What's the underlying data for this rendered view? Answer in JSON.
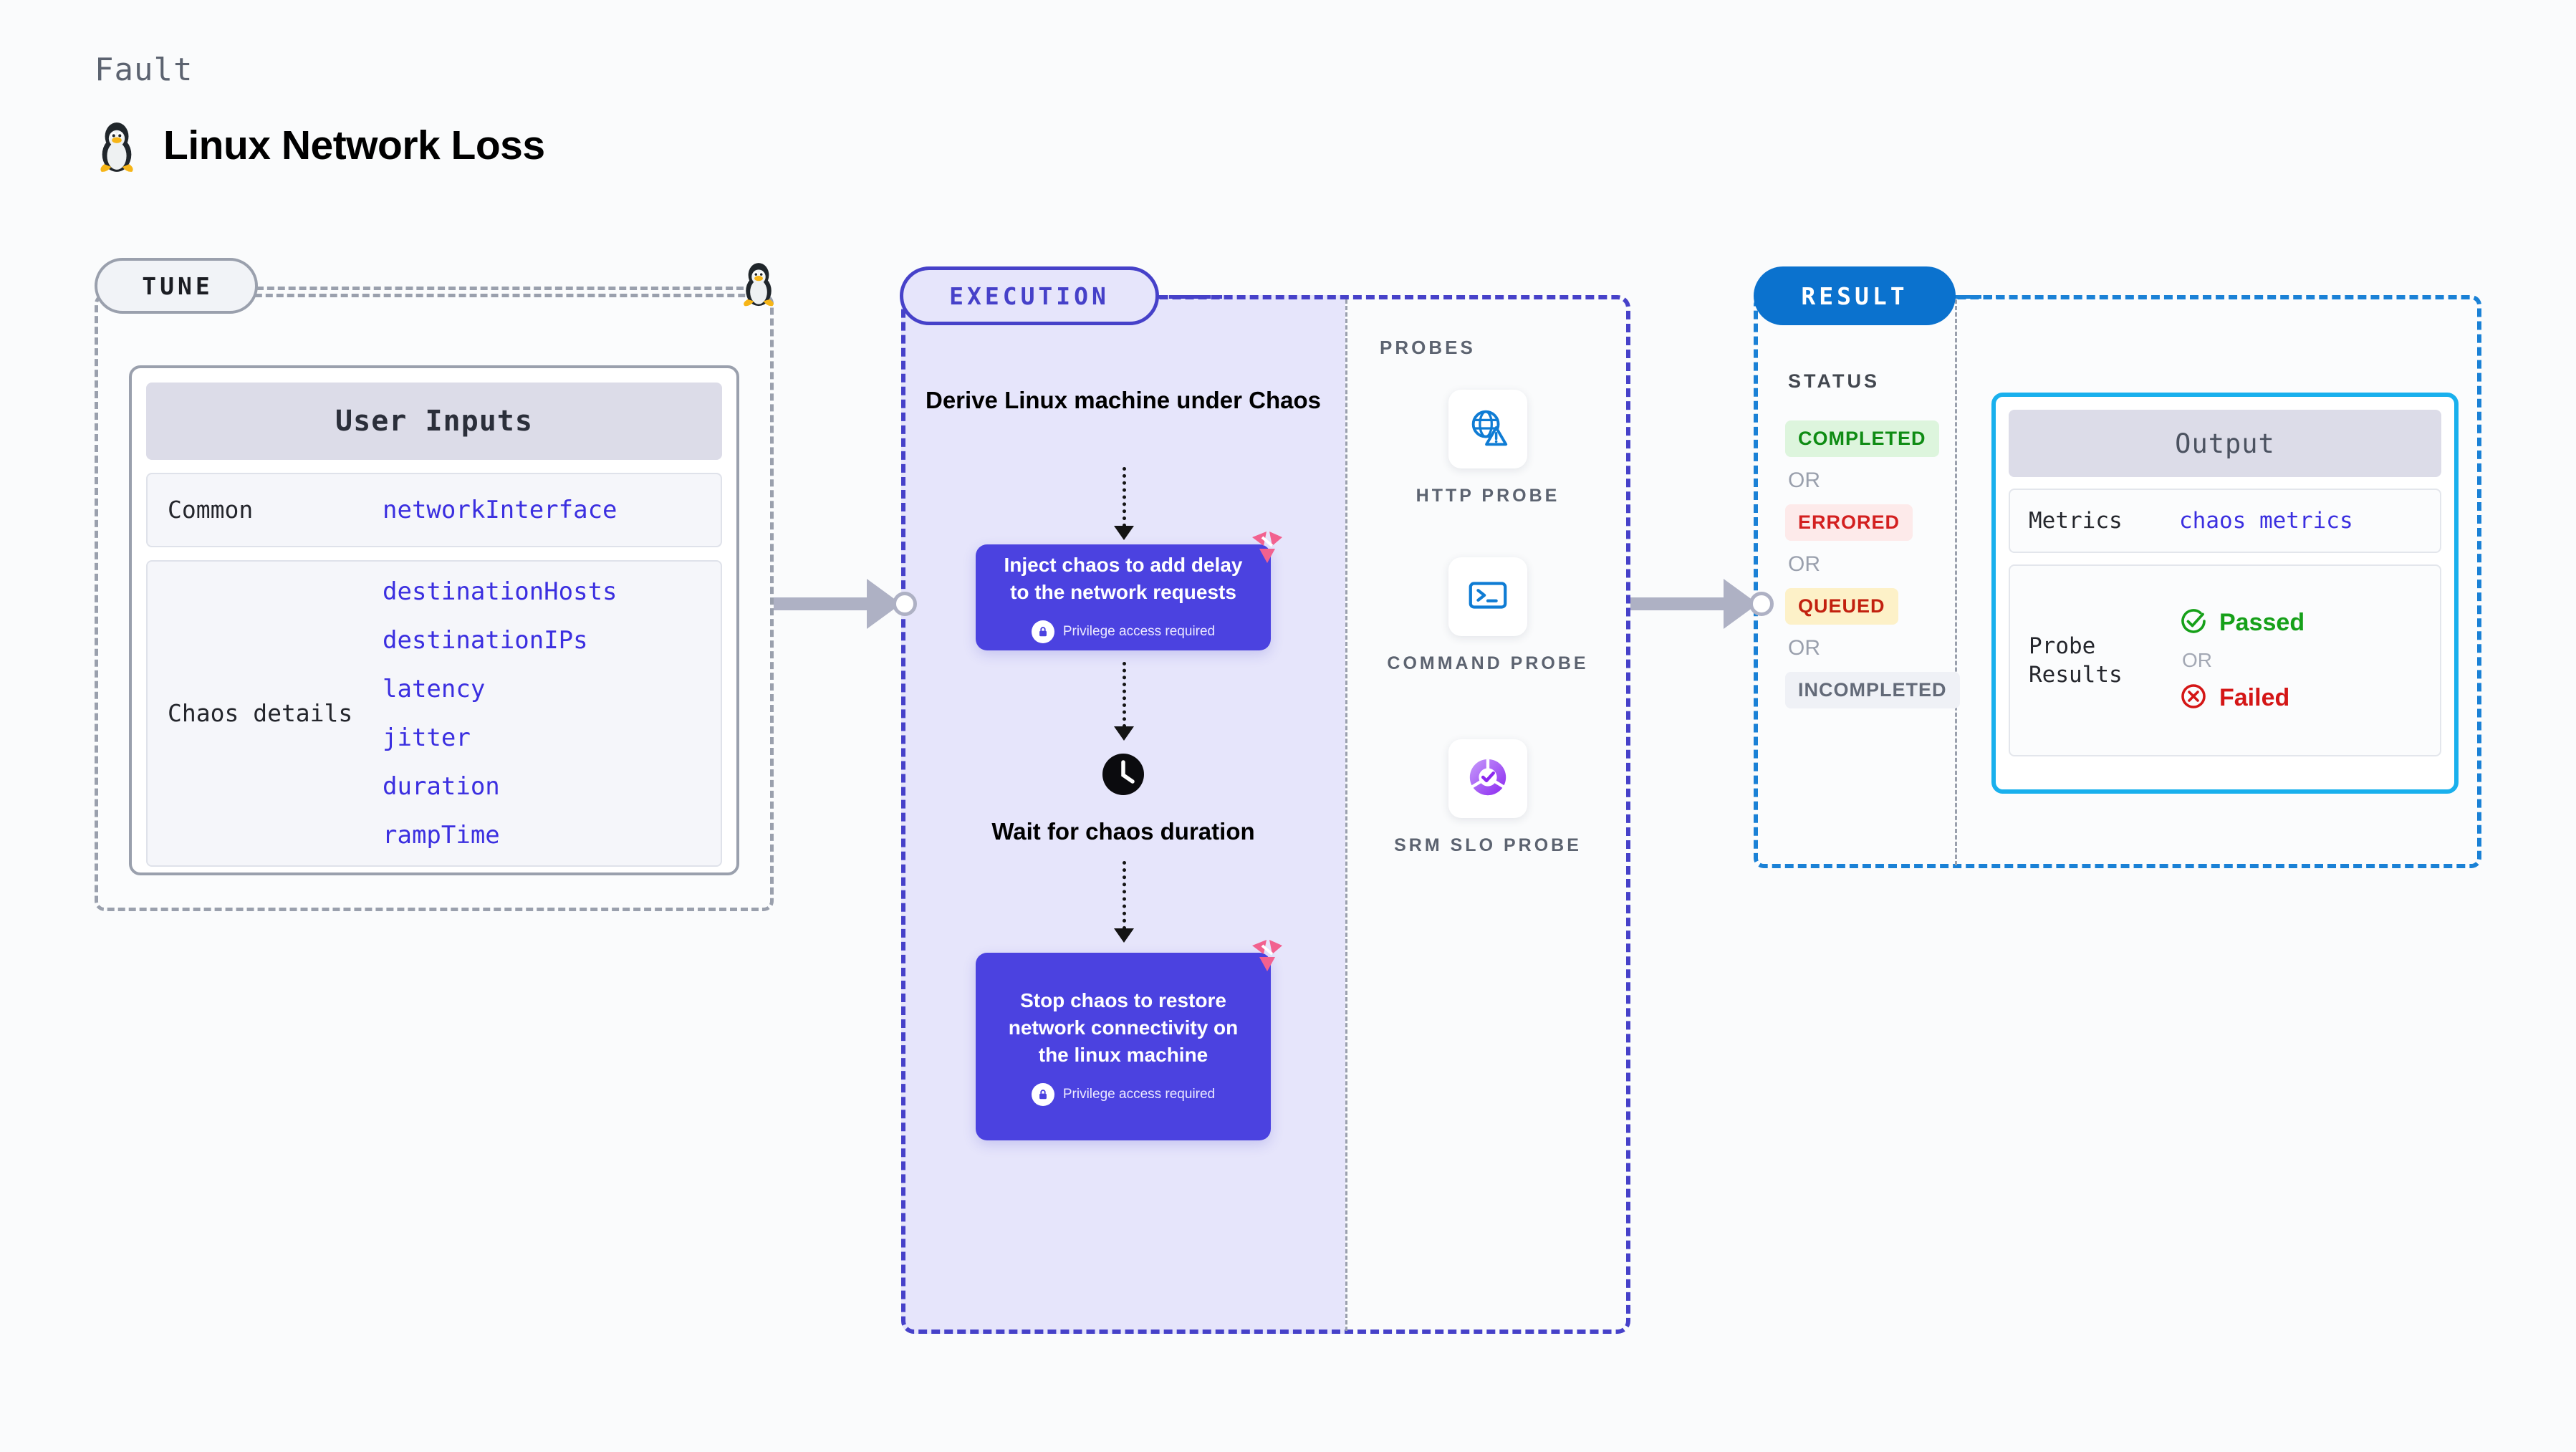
{
  "header": {
    "eyebrow": "Fault",
    "title": "Linux Network Loss",
    "icon": "tux-penguin-icon"
  },
  "tune": {
    "pill_label": "TUNE",
    "icon": "tux-penguin-icon",
    "card": {
      "title": "User Inputs",
      "rows": [
        {
          "label": "Common",
          "values": [
            "networkInterface"
          ]
        },
        {
          "label": "Chaos details",
          "values": [
            "destinationHosts",
            "destinationIPs",
            "latency",
            "jitter",
            "duration",
            "rampTime"
          ]
        }
      ]
    }
  },
  "execution": {
    "pill_label": "EXECUTION",
    "title": "Derive Linux machine under Chaos",
    "steps": [
      {
        "text": "Inject chaos to add delay to the network requests",
        "privilege_note": "Privilege access required",
        "icons": {
          "lock": "lock-icon",
          "badge": "harness-logo-icon"
        }
      },
      {
        "text": "Stop chaos to restore network connectivity on the linux machine",
        "privilege_note": "Privilege access required",
        "icons": {
          "lock": "lock-icon",
          "badge": "harness-logo-icon"
        }
      }
    ],
    "wait": {
      "icon": "clock-icon",
      "label": "Wait for chaos duration"
    }
  },
  "probes": {
    "section_label": "PROBES",
    "items": [
      {
        "name": "HTTP PROBE",
        "icon": "globe-warning-icon",
        "color": "#0f7cd4"
      },
      {
        "name": "COMMAND PROBE",
        "icon": "terminal-icon",
        "color": "#0f7cd4"
      },
      {
        "name": "SRM SLO PROBE",
        "icon": "slo-gauge-check-icon",
        "color": "#9b4df5"
      }
    ]
  },
  "result": {
    "pill_label": "RESULT",
    "status_label": "STATUS",
    "or_label": "OR",
    "statuses": [
      {
        "label": "COMPLETED",
        "bg": "#ddf5dd",
        "fg": "#0f8c14"
      },
      {
        "label": "ERRORED",
        "bg": "#fdeaea",
        "fg": "#d32020"
      },
      {
        "label": "QUEUED",
        "bg": "#fdf1c8",
        "fg": "#c2210f"
      },
      {
        "label": "INCOMPLETED",
        "bg": "#eff1f6",
        "fg": "#636a78"
      }
    ],
    "output": {
      "title": "Output",
      "metrics_label": "Metrics",
      "metrics_value": "chaos metrics",
      "probe_results_label": "Probe Results",
      "passed_label": "Passed",
      "failed_label": "Failed",
      "or_label": "OR",
      "icons": {
        "passed": "check-circle-icon",
        "failed": "x-circle-icon"
      }
    }
  },
  "colors": {
    "indigo": "#4641c9",
    "card_purple": "#4b42e0",
    "result_blue": "#0b72ce",
    "output_cyan": "#19b0ed",
    "param_blue": "#3b2fe0",
    "muted": "#9aa0ad"
  }
}
